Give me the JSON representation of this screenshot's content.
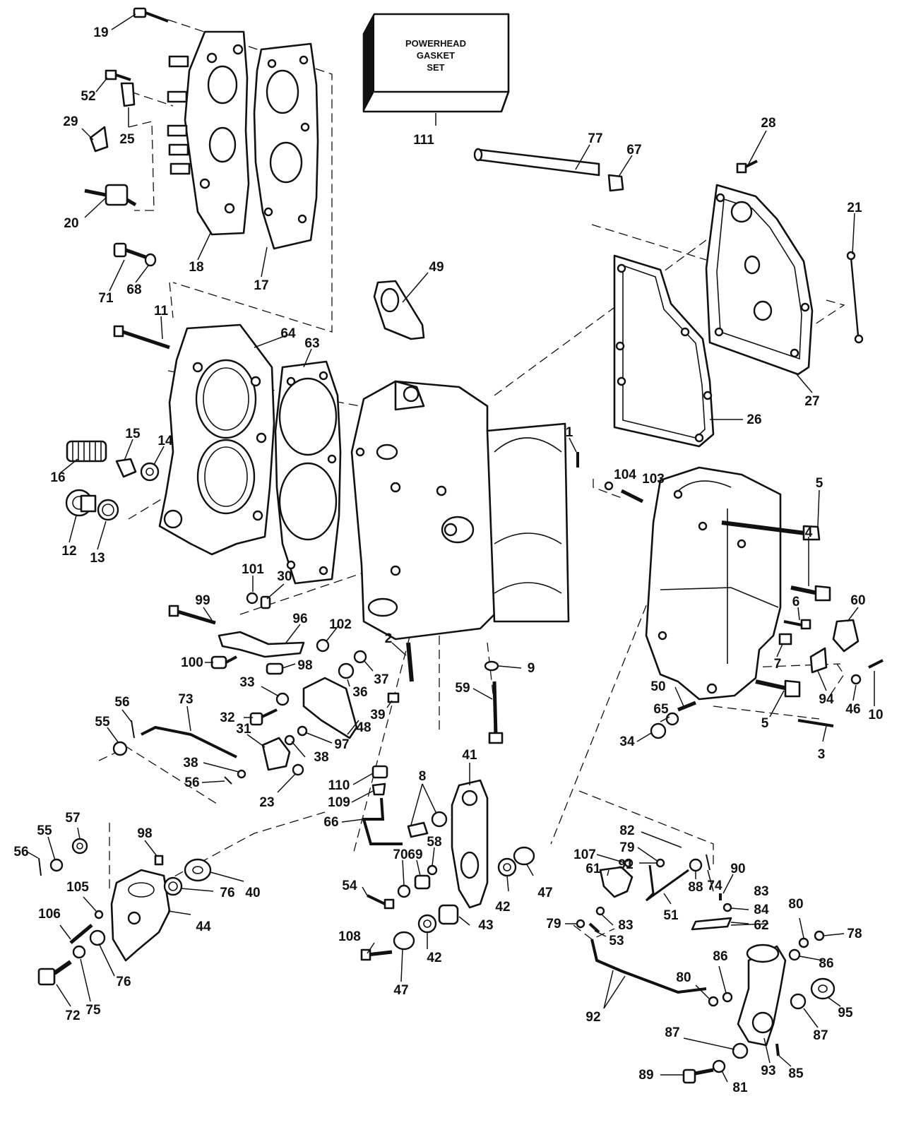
{
  "gasket_box": {
    "lines": [
      "POWERHEAD",
      "GASKET",
      "SET"
    ]
  },
  "callouts": [
    {
      "label": "19"
    },
    {
      "label": "52"
    },
    {
      "label": "29"
    },
    {
      "label": "25"
    },
    {
      "label": "20"
    },
    {
      "label": "18"
    },
    {
      "label": "17"
    },
    {
      "label": "111"
    },
    {
      "label": "77"
    },
    {
      "label": "67"
    },
    {
      "label": "28"
    },
    {
      "label": "21"
    },
    {
      "label": "71"
    },
    {
      "label": "68"
    },
    {
      "label": "11"
    },
    {
      "label": "64"
    },
    {
      "label": "63"
    },
    {
      "label": "49"
    },
    {
      "label": "26"
    },
    {
      "label": "27"
    },
    {
      "label": "16"
    },
    {
      "label": "15"
    },
    {
      "label": "14"
    },
    {
      "label": "12"
    },
    {
      "label": "13"
    },
    {
      "label": "1"
    },
    {
      "label": "104"
    },
    {
      "label": "103"
    },
    {
      "label": "5"
    },
    {
      "label": "101"
    },
    {
      "label": "30"
    },
    {
      "label": "4"
    },
    {
      "label": "99"
    },
    {
      "label": "96"
    },
    {
      "label": "102"
    },
    {
      "label": "2"
    },
    {
      "label": "6"
    },
    {
      "label": "60"
    },
    {
      "label": "100"
    },
    {
      "label": "98"
    },
    {
      "label": "37"
    },
    {
      "label": "9"
    },
    {
      "label": "7"
    },
    {
      "label": "36"
    },
    {
      "label": "33"
    },
    {
      "label": "32"
    },
    {
      "label": "39"
    },
    {
      "label": "59"
    },
    {
      "label": "50"
    },
    {
      "label": "94"
    },
    {
      "label": "56"
    },
    {
      "label": "73"
    },
    {
      "label": "55"
    },
    {
      "label": "65"
    },
    {
      "label": "46"
    },
    {
      "label": "10"
    },
    {
      "label": "5"
    },
    {
      "label": "48"
    },
    {
      "label": "31"
    },
    {
      "label": "97"
    },
    {
      "label": "34"
    },
    {
      "label": "3"
    },
    {
      "label": "38"
    },
    {
      "label": "38"
    },
    {
      "label": "41"
    },
    {
      "label": "56"
    },
    {
      "label": "23"
    },
    {
      "label": "110"
    },
    {
      "label": "8"
    },
    {
      "label": "109"
    },
    {
      "label": "57"
    },
    {
      "label": "66"
    },
    {
      "label": "82"
    },
    {
      "label": "55"
    },
    {
      "label": "98"
    },
    {
      "label": "79"
    },
    {
      "label": "107"
    },
    {
      "label": "56"
    },
    {
      "label": "58"
    },
    {
      "label": "91"
    },
    {
      "label": "90"
    },
    {
      "label": "61"
    },
    {
      "label": "70"
    },
    {
      "label": "69"
    },
    {
      "label": "74"
    },
    {
      "label": "40"
    },
    {
      "label": "105"
    },
    {
      "label": "47"
    },
    {
      "label": "88"
    },
    {
      "label": "83"
    },
    {
      "label": "106"
    },
    {
      "label": "76"
    },
    {
      "label": "54"
    },
    {
      "label": "42"
    },
    {
      "label": "84"
    },
    {
      "label": "80"
    },
    {
      "label": "44"
    },
    {
      "label": "51"
    },
    {
      "label": "62"
    },
    {
      "label": "78"
    },
    {
      "label": "108"
    },
    {
      "label": "43"
    },
    {
      "label": "79"
    },
    {
      "label": "83"
    },
    {
      "label": "53"
    },
    {
      "label": "86"
    },
    {
      "label": "86"
    },
    {
      "label": "76"
    },
    {
      "label": "42"
    },
    {
      "label": "80"
    },
    {
      "label": "72"
    },
    {
      "label": "75"
    },
    {
      "label": "47"
    },
    {
      "label": "95"
    },
    {
      "label": "92"
    },
    {
      "label": "87"
    },
    {
      "label": "87"
    },
    {
      "label": "85"
    },
    {
      "label": "93"
    },
    {
      "label": "89"
    },
    {
      "label": "81"
    }
  ]
}
